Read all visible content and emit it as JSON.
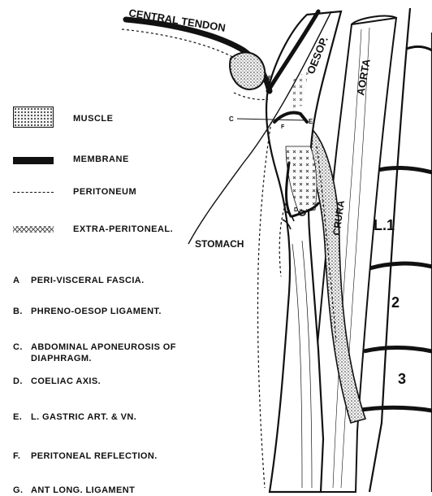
{
  "labels": {
    "central_tendon": "CENTRAL TENDON",
    "oesophagus": "OESOP.",
    "aorta": "AORTA",
    "stomach": "STOMACH",
    "crura": "CRURA",
    "l1": "L.1",
    "v2": "2",
    "v3": "3",
    "marker_c": "C",
    "marker_e": "E",
    "marker_f": "F",
    "marker_d": "D",
    "marker_b": "B"
  },
  "legend": {
    "muscle": "MUSCLE",
    "membrane": "MEMBRANE",
    "peritoneum": "PERITONEUM",
    "extra_peritoneal": "EXTRA-PERITONEAL."
  },
  "key": [
    {
      "letter": "A",
      "text": "PERI-VISCERAL FASCIA."
    },
    {
      "letter": "B.",
      "text": "PHRENO-OESOP LIGAMENT."
    },
    {
      "letter": "C.",
      "text": "ABDOMINAL APONEUROSIS OF\nDIAPHRAGM."
    },
    {
      "letter": "D.",
      "text": "COELIAC AXIS."
    },
    {
      "letter": "E.",
      "text": "L. GASTRIC ART. & VN."
    },
    {
      "letter": "F.",
      "text": "PERITONEAL REFLECTION."
    },
    {
      "letter": "G.",
      "text": "ANT LONG. LIGAMENT"
    }
  ],
  "colors": {
    "ink": "#111111",
    "paper": "#ffffff"
  }
}
